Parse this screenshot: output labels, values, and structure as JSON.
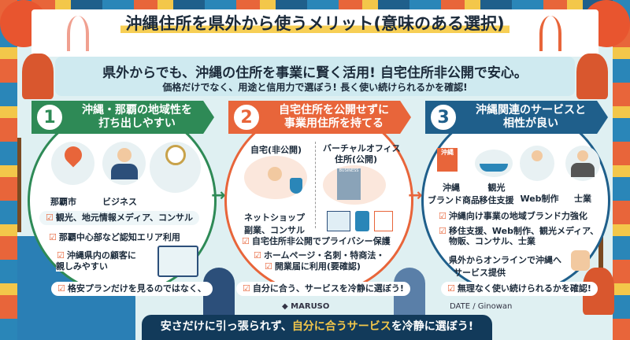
{
  "title": "沖縄住所を県外から使うメリット(意味のある選択)",
  "subtitle": "県外からでも、沖縄の住所を事業に賢く活用! 自宅住所非公開で安心。",
  "subtitle2": "価格だけでなく、用途と信用力で選ぼう! 長く使い続けられるかを確認!",
  "colors": {
    "green": "#2e8a56",
    "orange": "#e8653a",
    "blue": "#1f5f8b",
    "highlight": "#f7cf55",
    "footer": "#123a5a"
  },
  "sections": [
    {
      "num": "1",
      "title1": "沖縄・那覇の地域性を",
      "title2": "打ち出しやすい",
      "labels": [
        "那覇市",
        "ビジネス"
      ],
      "checks": [
        "観光、地元情報メディア、コンサル",
        "那覇中心部など認知エリア利用",
        "沖縄県内の顧客に",
        "親しみやすい",
        "格安プランだけを見るのではなく、"
      ]
    },
    {
      "num": "2",
      "title1": "自宅住所を公開せずに",
      "title2": "事業用住所を持てる",
      "home_label": "自宅(非公開)",
      "vo_label1": "バーチャルオフィス",
      "vo_label2": "住所(公開)",
      "building_sign": "BUSINESS",
      "uses1": "ネットショップ",
      "uses2": "副業、コンサル",
      "checks": [
        "自宅住所非公開でプライバシー保護",
        "ホームページ・名刺・特商法・",
        "開業届に利用(要確認)",
        "自分に合う、サービスを冷静に選ぼう!"
      ]
    },
    {
      "num": "3",
      "title1": "沖縄関連のサービスと",
      "title2": "相性が良い",
      "labels": [
        [
          "沖縄",
          "ブランド商品"
        ],
        [
          "観光",
          "移住支援"
        ],
        [
          "",
          "Web制作"
        ],
        [
          "",
          "士業"
        ]
      ],
      "product_tag": "沖縄",
      "checks": [
        "沖縄向け事業の地域ブランド力強化",
        "移住支援、Web制作、観光メディア、",
        "物販、コンサル、士業"
      ],
      "note1": "県外からオンラインで沖縄へ",
      "note2": "サービス提供",
      "last_check": "無理なく使い続けられるかを確認!"
    }
  ],
  "brand": "MARUSO",
  "credit": "DATE / Ginowan",
  "footer": {
    "pre": "安さだけに引っ張られず、",
    "highlight": "自分に合うサービス",
    "post": "を冷静に選ぼう!"
  }
}
